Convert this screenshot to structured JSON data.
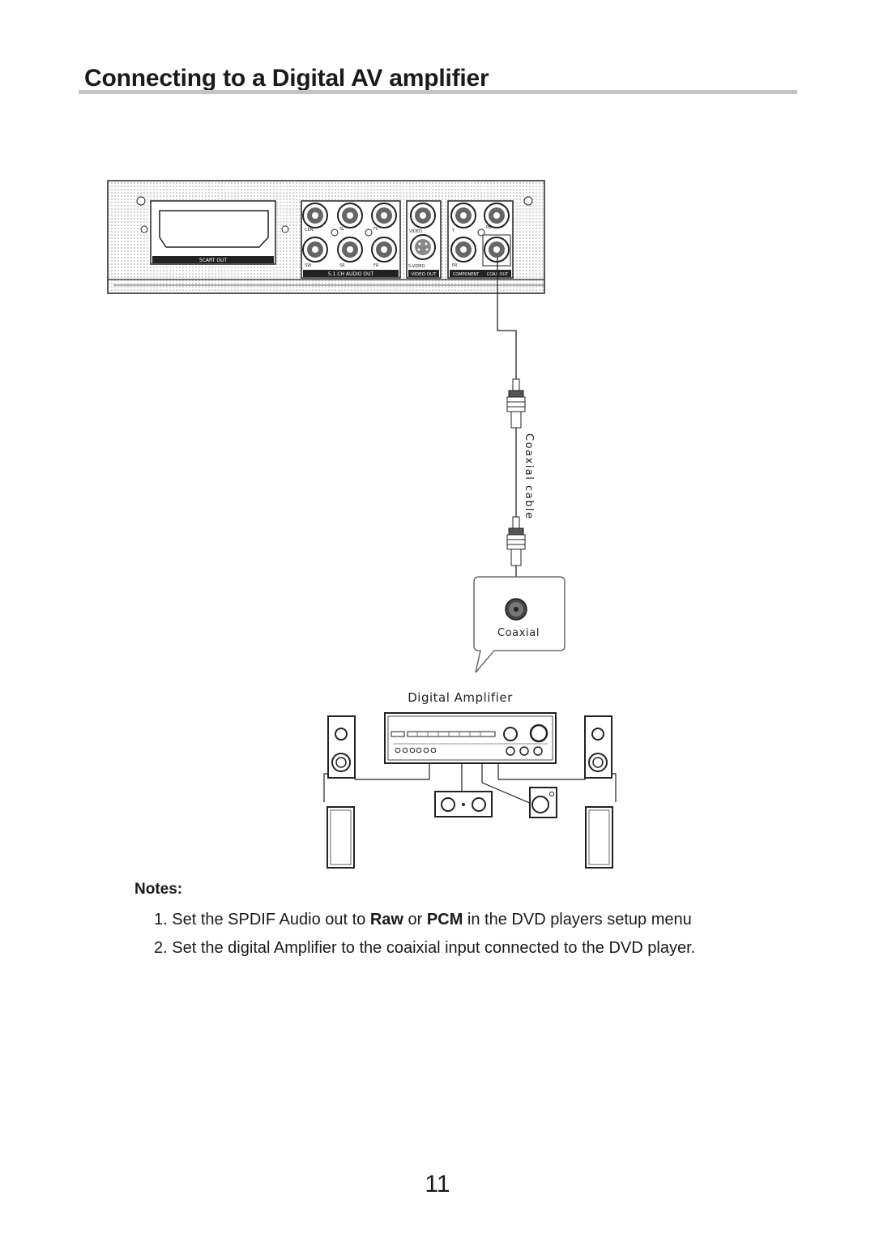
{
  "page": {
    "title": "Connecting to a Digital AV amplifier",
    "page_number": "11"
  },
  "dvd_panel": {
    "scart_label": "SCART OUT",
    "audio_label": "5.1 CH AUDIO OUT",
    "video_label": "VIDEO OUT",
    "component_label": "COMPONENT",
    "coax_label": "COAX OUT",
    "jack_labels": {
      "cen": "CEN",
      "sl": "SL",
      "fl": "FL",
      "sw": "SW",
      "sr": "SR",
      "fr": "FR",
      "video": "VIDEO",
      "svideo": "S-VIDEO",
      "y": "Y",
      "pb": "PB",
      "pr": "PR"
    }
  },
  "cable": {
    "label": "Coaxial cable"
  },
  "callout": {
    "label": "Coaxial"
  },
  "amplifier": {
    "label": "Digital Amplifier"
  },
  "notes": {
    "heading": "Notes:",
    "items": [
      {
        "number": "1.",
        "pre": "Set the SPDIF Audio out to",
        "bold1": "Raw",
        "mid": "or",
        "bold2": "PCM",
        "post": "in the DVD players setup menu"
      },
      {
        "number": "2.",
        "text": "Set the digital Amplifier to the coaixial input connected to the DVD player."
      }
    ]
  },
  "colors": {
    "title_rule": "#c4c4c4",
    "ink": "#1a1a1a",
    "panel_dots": "#9a9a9a"
  }
}
